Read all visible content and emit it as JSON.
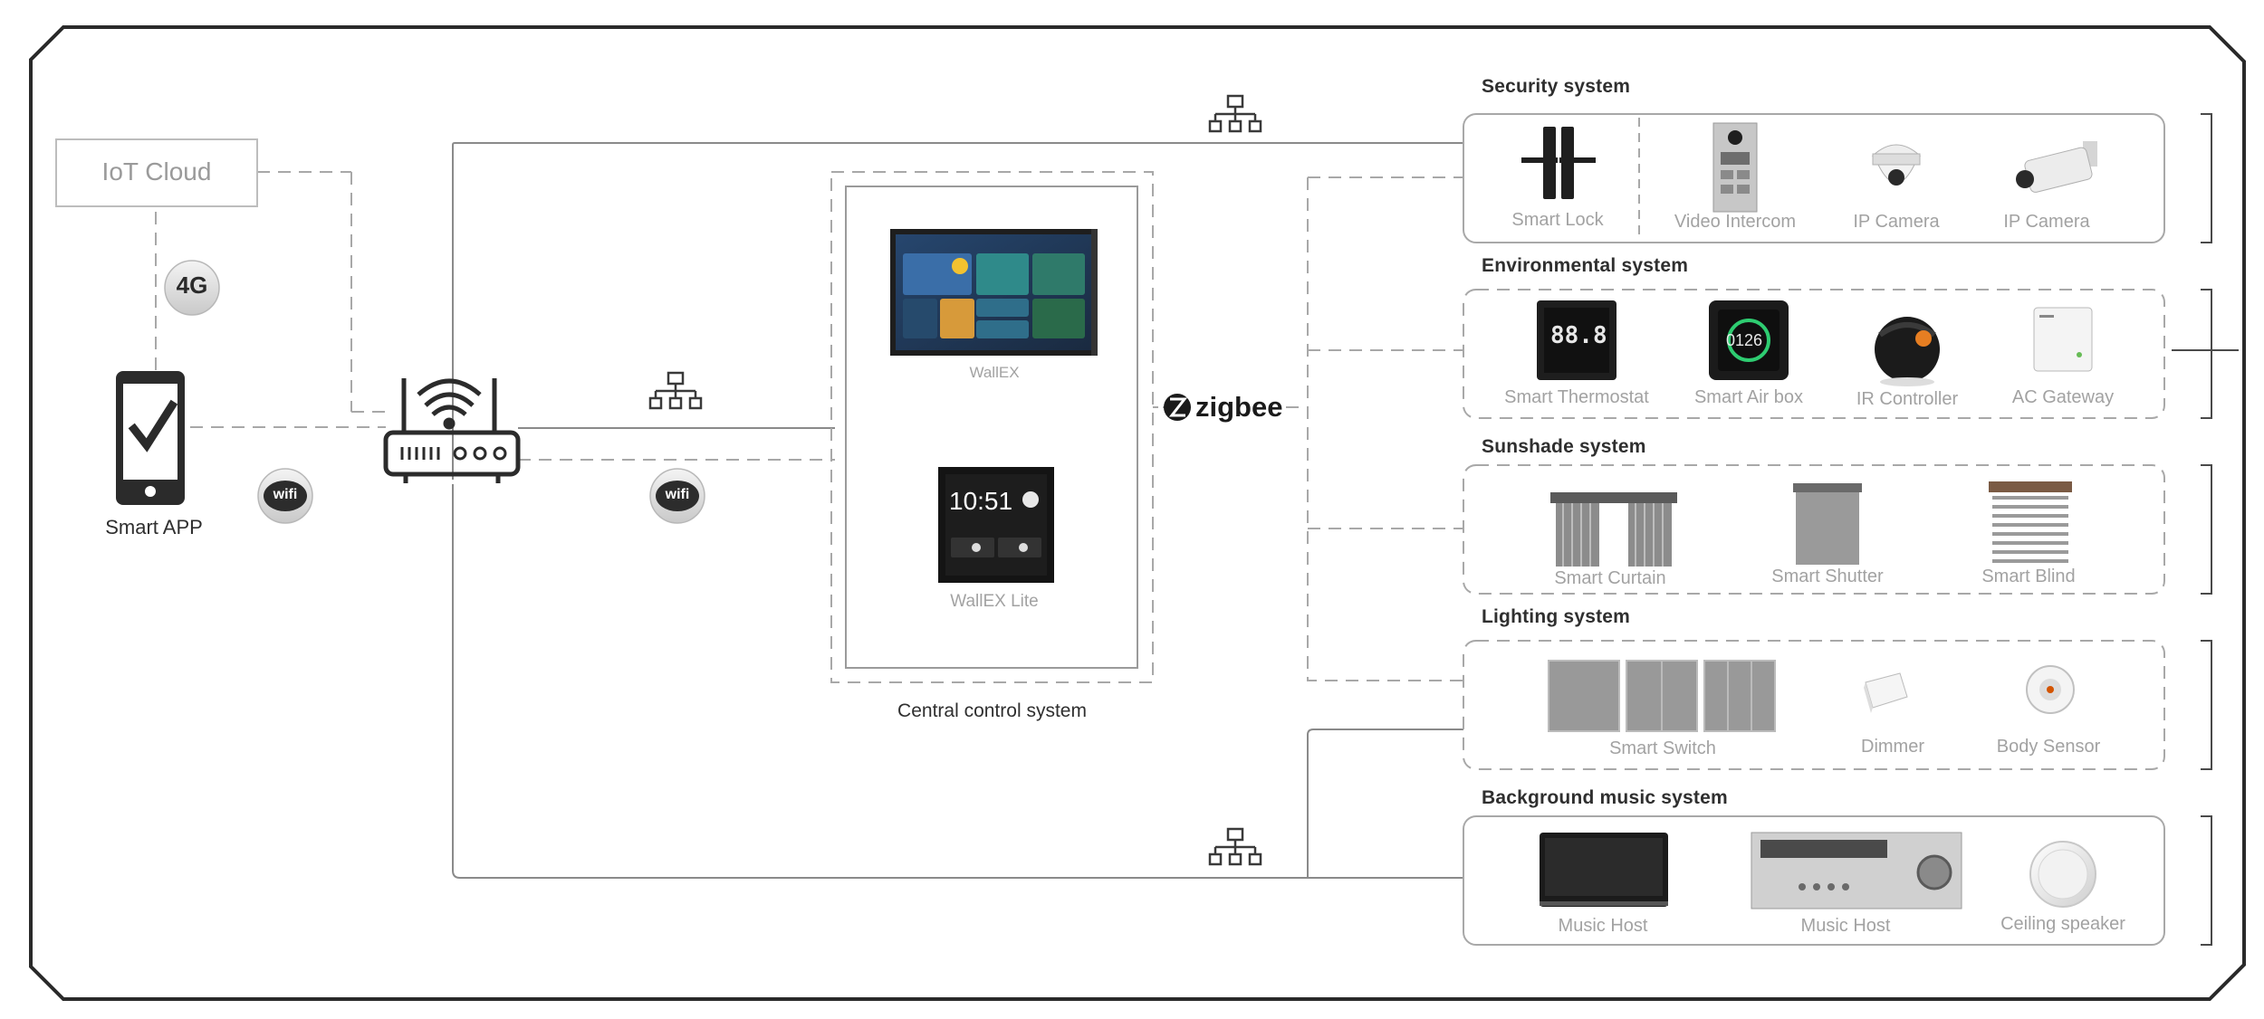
{
  "left": {
    "iot_cloud": "IoT Cloud",
    "cell_badge": "4G",
    "smart_app": "Smart APP",
    "wifi_badge": "wifi"
  },
  "central": {
    "title": "Central control system",
    "wallex": "WallEX",
    "wallex_lite": "WallEX Lite",
    "lite_time": "10:51",
    "protocol": "zigbee"
  },
  "systems": {
    "security": {
      "title": "Security system",
      "devices": [
        "Smart Lock",
        "Video Intercom",
        "IP Camera",
        "IP Camera"
      ]
    },
    "environmental": {
      "title": "Environmental system",
      "devices": [
        "Smart Thermostat",
        "Smart Air box",
        "IR Controller",
        "AC Gateway"
      ],
      "thermostat_reading": "88.8",
      "airbox_reading": "0126"
    },
    "sunshade": {
      "title": "Sunshade system",
      "devices": [
        "Smart Curtain",
        "Smart Shutter",
        "Smart Blind"
      ]
    },
    "lighting": {
      "title": "Lighting system",
      "devices": [
        "Smart Switch",
        "Dimmer",
        "Body Sensor"
      ]
    },
    "music": {
      "title": "Background music system",
      "devices": [
        "Music Host",
        "Music Host",
        "Ceiling speaker"
      ]
    }
  },
  "colors": {
    "frame": "#2a2a2a",
    "line": "#8a8a8a",
    "dash": "#a8a8a8",
    "label": "#a2a2a2",
    "title": "#2f2f2f"
  }
}
